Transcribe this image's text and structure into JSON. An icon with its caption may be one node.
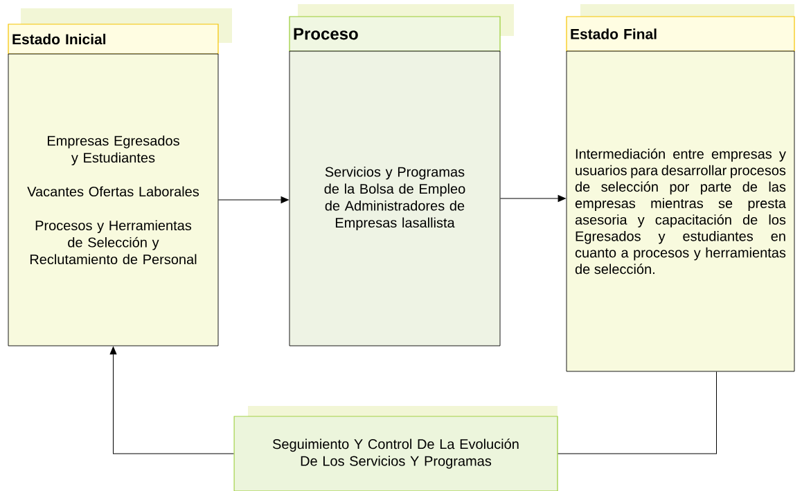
{
  "diagram": {
    "nodes": [
      {
        "text": [
          "Estado Inicial"
        ]
      },
      {
        "text": [
          "Empresas Egresados y Estudiantes",
          "Vacantes Ofertas Laborales",
          "Procesos y Herramientas de Selección y Reclutamiento de Personal"
        ]
      },
      {
        "text": [
          "Proceso"
        ]
      },
      {
        "text": [
          "Servicios y Programas de la Bolsa de Empleo de Administradores de Empresas lasallista"
        ]
      },
      {
        "text": [
          "Estado Final"
        ]
      },
      {
        "text": [
          "Intermediación entre empresas y usuarios para desarrollar procesos de selección por parte de las empresas mientras se presta asesoria y capacitación de los Egresados y estudiantes en cuanto a procesos y herramientas de selección."
        ]
      },
      {
        "text": [
          "Seguimiento Y Control De La Evolución De Los Servicios Y Programas"
        ]
      }
    ],
    "edges": [
      {
        "from": 1,
        "to": 3,
        "arrow": "to"
      },
      {
        "from": 3,
        "to": 5,
        "arrow": "to"
      },
      {
        "from": 5,
        "to": 6,
        "arrow": "none"
      },
      {
        "from": 6,
        "to": 1,
        "arrow": "to"
      }
    ]
  }
}
